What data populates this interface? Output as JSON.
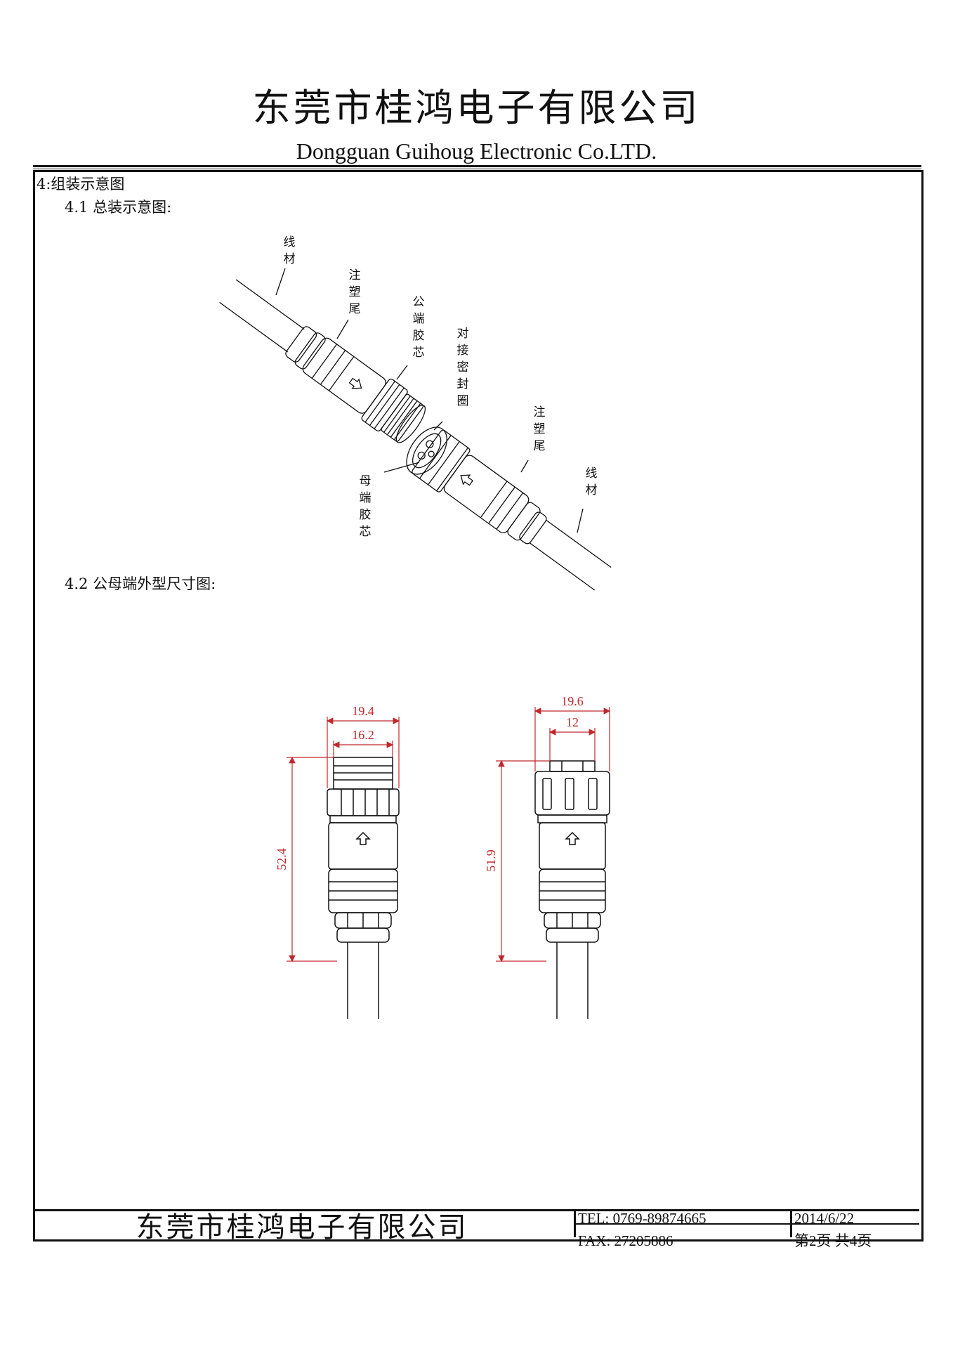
{
  "header": {
    "company_cn": "东莞市桂鸿电子有限公司",
    "company_en": "Dongguan Guihoug Electronic Co.LTD."
  },
  "section4": {
    "title": "4:组装示意图",
    "sub1": "4.1 总装示意图:",
    "sub2": "4.2 公母端外型尺寸图:"
  },
  "assembly_labels": {
    "wire_left": "线材",
    "overmold_left": "注塑尾",
    "male_core": "公端胶芯",
    "seal_ring": "对接密封圈",
    "overmold_right": "注塑尾",
    "wire_right": "线材",
    "female_core": "母端胶芯"
  },
  "dimensions": {
    "male_outer_width": "19.4",
    "male_inner_width": "16.2",
    "male_length": "52.4",
    "female_outer_width": "19.6",
    "female_inner_width": "12",
    "female_length": "51.9"
  },
  "footer": {
    "company_cn": "东莞市桂鸿电子有限公司",
    "tel": "TEL: 0769-89874665",
    "fax": "FAX: 27205886",
    "date": "2014/6/22",
    "page": "第2页 共4页"
  },
  "colors": {
    "dimension": "#c0282d",
    "line": "#111111"
  }
}
